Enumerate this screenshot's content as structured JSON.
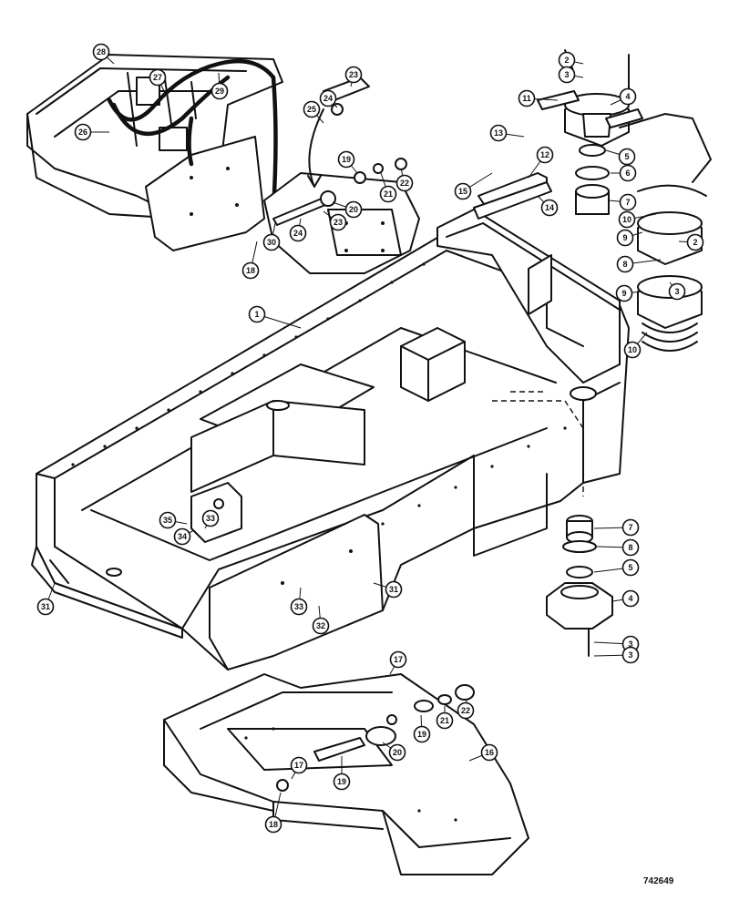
{
  "figure_number": "742649",
  "callouts": [
    {
      "id": "c1",
      "label": "1"
    },
    {
      "id": "c2a",
      "label": "2"
    },
    {
      "id": "c3a",
      "label": "3"
    },
    {
      "id": "c11",
      "label": "11"
    },
    {
      "id": "c4a",
      "label": "4"
    },
    {
      "id": "c13",
      "label": "13"
    },
    {
      "id": "c12",
      "label": "12"
    },
    {
      "id": "c5a",
      "label": "5"
    },
    {
      "id": "c6a",
      "label": "6"
    },
    {
      "id": "c15",
      "label": "15"
    },
    {
      "id": "c14",
      "label": "14"
    },
    {
      "id": "c7a",
      "label": "7"
    },
    {
      "id": "c10a",
      "label": "10"
    },
    {
      "id": "c9a",
      "label": "9"
    },
    {
      "id": "c2b",
      "label": "2"
    },
    {
      "id": "c8a",
      "label": "8"
    },
    {
      "id": "c3b",
      "label": "3"
    },
    {
      "id": "c9b",
      "label": "9"
    },
    {
      "id": "c10b",
      "label": "10"
    },
    {
      "id": "c28",
      "label": "28"
    },
    {
      "id": "c27",
      "label": "27"
    },
    {
      "id": "c29",
      "label": "29"
    },
    {
      "id": "c23a",
      "label": "23"
    },
    {
      "id": "c24a",
      "label": "24"
    },
    {
      "id": "c26",
      "label": "26"
    },
    {
      "id": "c25",
      "label": "25"
    },
    {
      "id": "c19a",
      "label": "19"
    },
    {
      "id": "c22a",
      "label": "22"
    },
    {
      "id": "c21a",
      "label": "21"
    },
    {
      "id": "c20a",
      "label": "20"
    },
    {
      "id": "c23b",
      "label": "23"
    },
    {
      "id": "c24b",
      "label": "24"
    },
    {
      "id": "c30",
      "label": "30"
    },
    {
      "id": "c18a",
      "label": "18"
    },
    {
      "id": "c35",
      "label": "35"
    },
    {
      "id": "c33a",
      "label": "33"
    },
    {
      "id": "c34",
      "label": "34"
    },
    {
      "id": "c31a",
      "label": "31"
    },
    {
      "id": "c31b",
      "label": "31"
    },
    {
      "id": "c33b",
      "label": "33"
    },
    {
      "id": "c32",
      "label": "32"
    },
    {
      "id": "c7b",
      "label": "7"
    },
    {
      "id": "c8b",
      "label": "8"
    },
    {
      "id": "c5b",
      "label": "5"
    },
    {
      "id": "c4b",
      "label": "4"
    },
    {
      "id": "c3c",
      "label": "3"
    },
    {
      "id": "c3d",
      "label": "3"
    },
    {
      "id": "c17a",
      "label": "17"
    },
    {
      "id": "c22b",
      "label": "22"
    },
    {
      "id": "c21b",
      "label": "21"
    },
    {
      "id": "c19b",
      "label": "19"
    },
    {
      "id": "c20b",
      "label": "20"
    },
    {
      "id": "c16",
      "label": "16"
    },
    {
      "id": "c17b",
      "label": "17"
    },
    {
      "id": "c19c",
      "label": "19"
    },
    {
      "id": "c18b",
      "label": "18"
    }
  ]
}
